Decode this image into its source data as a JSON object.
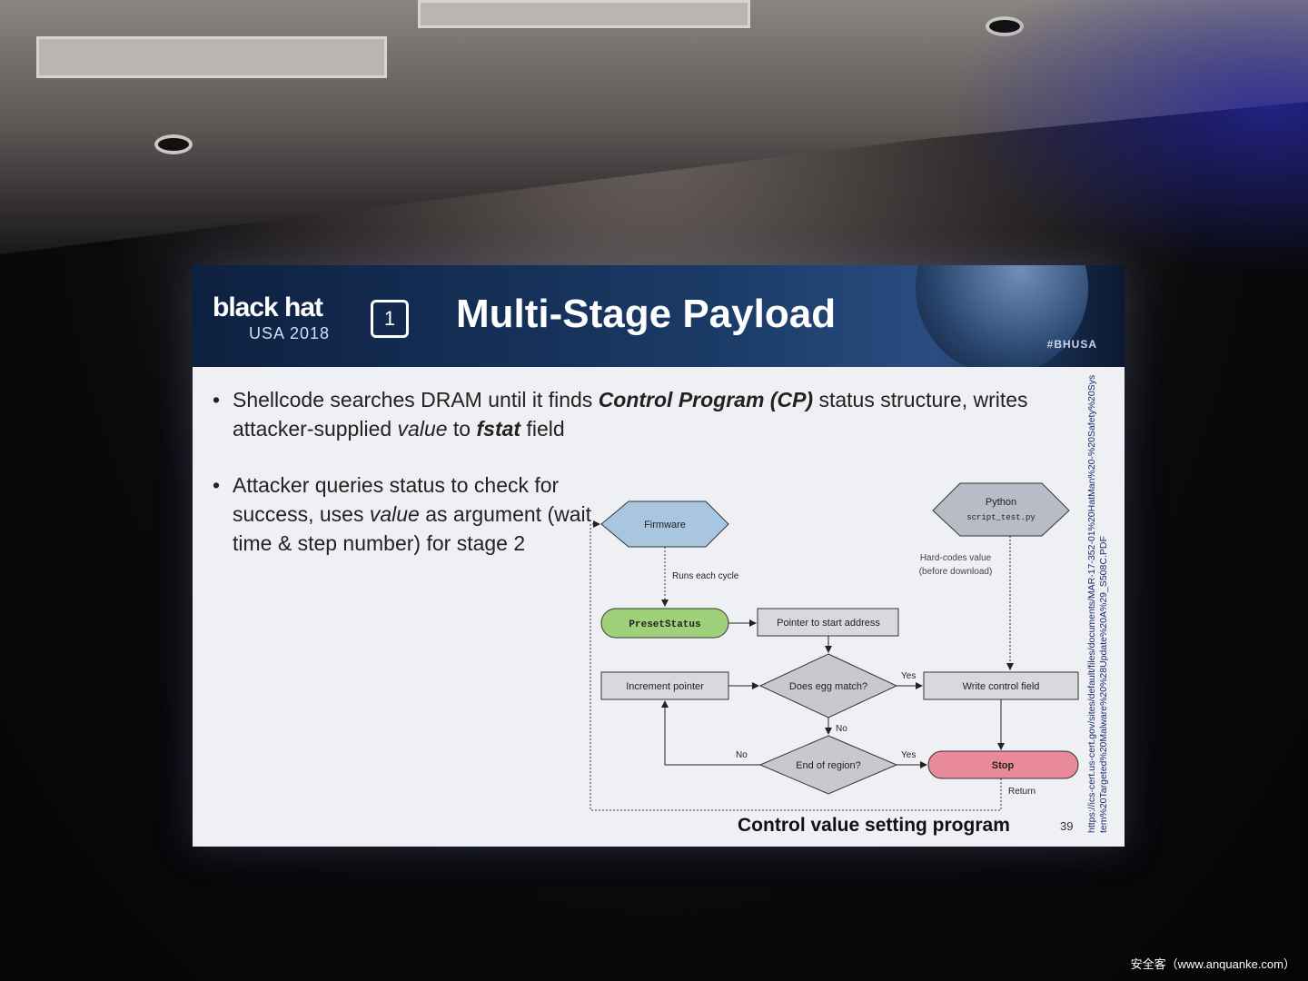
{
  "slide": {
    "logo": {
      "brand": "black hat",
      "subtitle": "USA 2018"
    },
    "badge_number": "1",
    "title": "Multi-Stage Payload",
    "hashtag": "#BHUSA",
    "bullets": [
      {
        "parts": [
          "Shellcode searches DRAM until it finds ",
          "Control Program (CP)",
          " status structure, writes attacker-supplied ",
          "value",
          " to ",
          "fstat",
          " field"
        ]
      },
      {
        "parts": [
          "Attacker queries status to check for success, uses ",
          "value",
          " as argument (wait time & step number) for stage 2"
        ]
      }
    ],
    "flowchart": {
      "firmware": "Firmware",
      "python": "Python",
      "script": "script_test.py",
      "runs_each_cycle": "Runs each cycle",
      "hard_codes_1": "Hard-codes value",
      "hard_codes_2": "(before download)",
      "preset_status": "PresetStatus",
      "pointer_start": "Pointer to start address",
      "increment_pointer": "Increment pointer",
      "egg_match": "Does egg match?",
      "write_control": "Write control field",
      "end_region": "End of region?",
      "stop": "Stop",
      "return": "Return",
      "yes": "Yes",
      "no": "No"
    },
    "caption": "Control value setting program",
    "page_number": "39",
    "source_url": "https://ics-cert.us-cert.gov/sites/default/files/documents/MAR-17-352-01%20HatMan%20-%20Safety%20System%20Targeted%20Malware%20%28Update%20A%29_S508C.PDF"
  },
  "watermark": "安全客（www.anquanke.com）"
}
